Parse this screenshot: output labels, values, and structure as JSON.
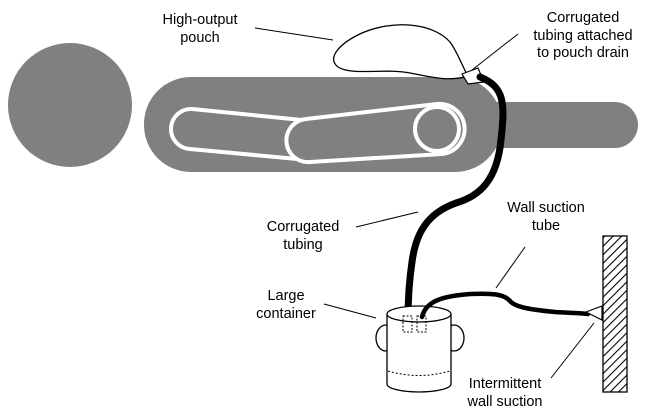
{
  "labels": {
    "pouch": [
      "High-output",
      "pouch"
    ],
    "drain": [
      "Corrugated",
      "tubing attached",
      "to pouch drain"
    ],
    "tubing": [
      "Corrugated",
      "tubing"
    ],
    "wall_tube": [
      "Wall suction",
      "tube"
    ],
    "container": [
      "Large",
      "container"
    ],
    "intermittent": [
      "Intermittent",
      "wall suction"
    ]
  },
  "colors": {
    "body": "#808080",
    "tubing": "#000000",
    "outline": "#000000",
    "background": "#ffffff"
  }
}
